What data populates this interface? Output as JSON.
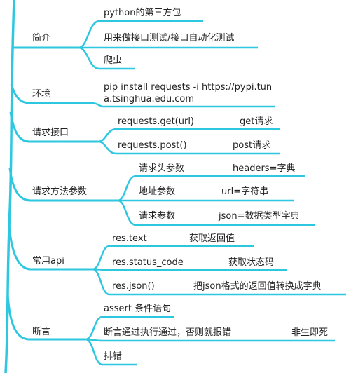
{
  "colors": {
    "line": "#2ec7e0",
    "text": "#222222",
    "background": "#ffffff"
  },
  "branches": [
    {
      "label": "简介",
      "children": [
        {
          "text": "python的第三方包"
        },
        {
          "text": "用来做接口测试/接口自动化测试"
        },
        {
          "text": "爬虫"
        }
      ]
    },
    {
      "label": "环境",
      "children": [
        {
          "text": "pip install requests -i https://pypi.tuna.tsinghua.edu.com"
        }
      ]
    },
    {
      "label": "请求接口",
      "children": [
        {
          "text": "requests.get(url)",
          "note": "get请求"
        },
        {
          "text": "requests.post()",
          "note": "post请求"
        }
      ]
    },
    {
      "label": "请求方法参数",
      "children": [
        {
          "text": "请求头参数",
          "note": "headers=字典"
        },
        {
          "text": "地址参数",
          "note": "url=字符串"
        },
        {
          "text": "请求参数",
          "note": "json=数据类型字典"
        }
      ]
    },
    {
      "label": "常用api",
      "children": [
        {
          "text": "res.text",
          "note": "获取返回值"
        },
        {
          "text": "res.status_code",
          "note": "获取状态码"
        },
        {
          "text": "res.json()",
          "note": "把json格式的返回值转换成字典"
        }
      ]
    },
    {
      "label": "断言",
      "children": [
        {
          "text": "assert 条件语句"
        },
        {
          "text": "断言通过执行通过，否则就报错",
          "note": "非生即死"
        },
        {
          "text": "排错"
        }
      ]
    }
  ]
}
